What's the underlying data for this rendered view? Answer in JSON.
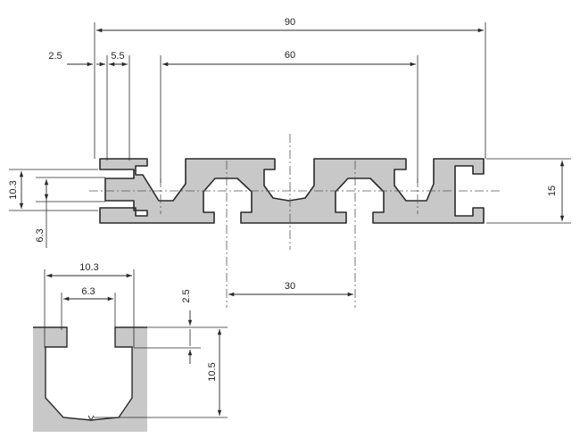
{
  "dimensions": {
    "overall_width": "90",
    "left_margin": "2.5",
    "slot_lip": "5.5",
    "slot_span": "60",
    "slot_pitch": "30",
    "profile_height": "15",
    "slot_opening_outer": "10.3",
    "slot_opening_inner": "6.3"
  },
  "detail": {
    "slot_width": "10.3",
    "slot_neck": "6.3",
    "lip_thickness": "2.5",
    "slot_depth": "10.5"
  },
  "colors": {
    "profile_fill": "#c8c8c8",
    "outline": "#2b2b2b",
    "background": "#ffffff"
  }
}
